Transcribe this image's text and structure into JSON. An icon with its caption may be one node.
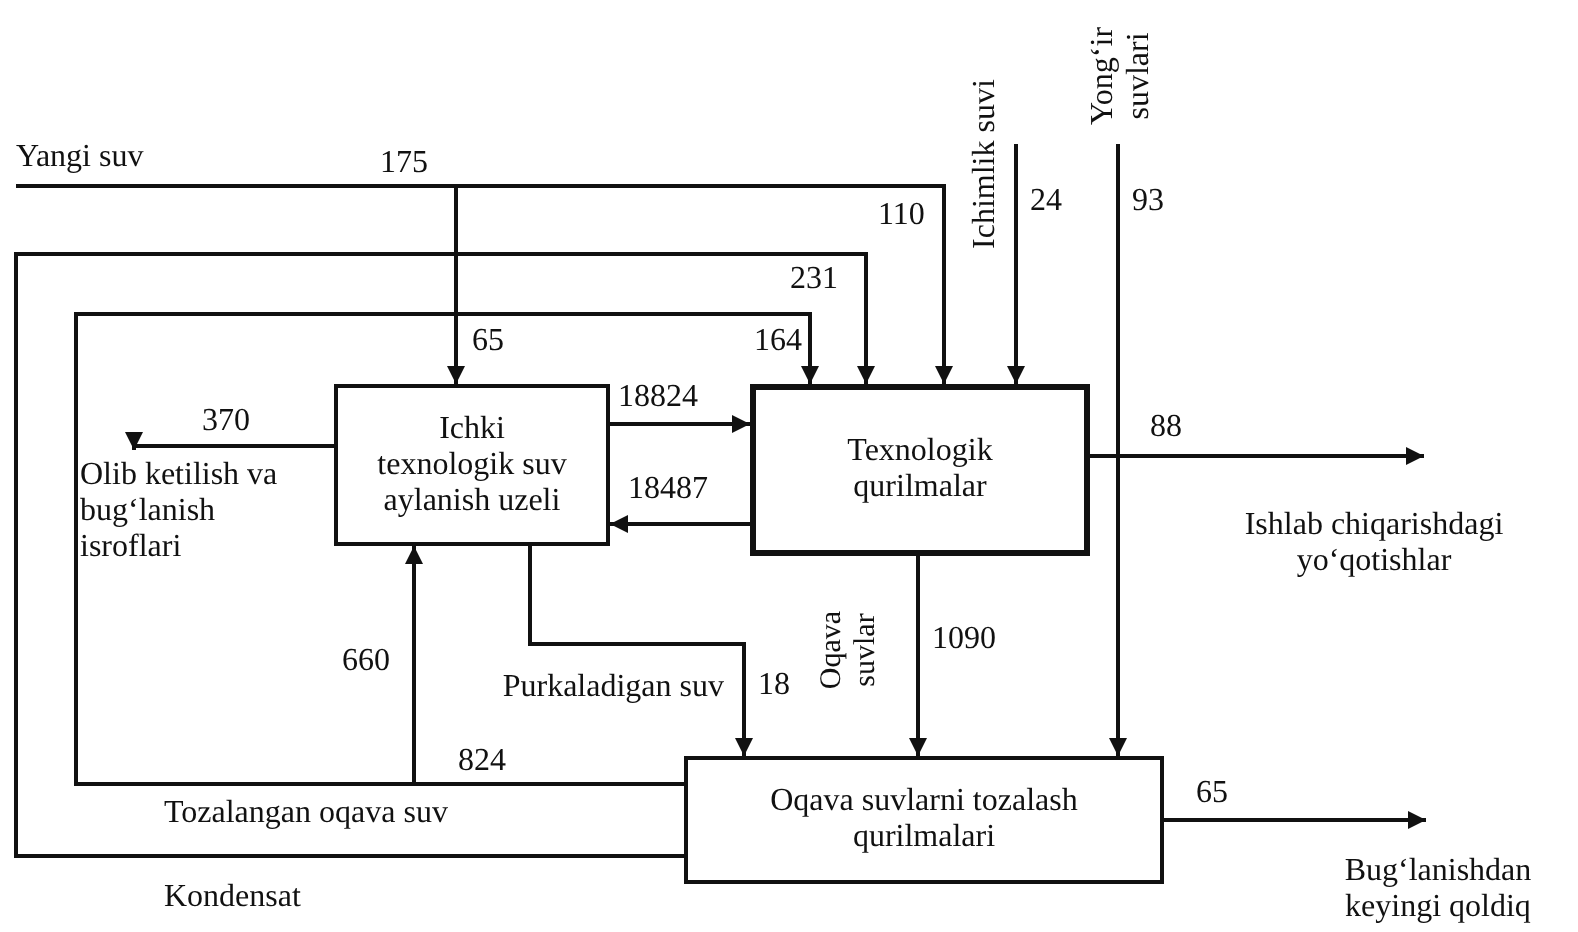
{
  "diagram": {
    "nodes": [
      {
        "text": [
          "Yangi suv"
        ]
      },
      {
        "text": [
          "Ichimlik suvi"
        ]
      },
      {
        "text": [
          "Yong‘ir suvlari"
        ]
      },
      {
        "text": [
          "Ichki texnologik suv aylanish uzeli"
        ]
      },
      {
        "text": [
          "Texnologik qurilmalar"
        ]
      },
      {
        "text": [
          "Olib ketilish va bug‘lanish isroflari"
        ]
      },
      {
        "text": [
          "Ishlab chiqarishdagi yo‘qotishlar"
        ]
      },
      {
        "text": [
          "Oqava suvlarni tozalash qurilmalari"
        ]
      },
      {
        "text": [
          "Bug‘lanishdan keyingi qoldiq"
        ]
      }
    ],
    "edges": [
      {
        "from": 0,
        "to": 3,
        "arrow": "to",
        "label": "65"
      },
      {
        "from": 0,
        "to": 4,
        "arrow": "to",
        "label": "110"
      },
      {
        "from": 7,
        "to": 4,
        "arrow": "to",
        "label": "231"
      },
      {
        "from": 7,
        "to": 4,
        "arrow": "to",
        "label": "164"
      },
      {
        "from": 7,
        "to": 3,
        "arrow": "to",
        "label": "660"
      },
      {
        "from": 3,
        "to": 4,
        "arrow": "to",
        "label": "18824"
      },
      {
        "from": 4,
        "to": 3,
        "arrow": "to",
        "label": "18487"
      },
      {
        "from": 3,
        "to": 5,
        "arrow": "to",
        "label": "370"
      },
      {
        "from": 3,
        "to": 7,
        "arrow": "to",
        "label": "18"
      },
      {
        "from": 4,
        "to": 7,
        "arrow": "to",
        "label": "1090"
      },
      {
        "from": 1,
        "to": 4,
        "arrow": "to",
        "label": "24"
      },
      {
        "from": 2,
        "to": 7,
        "arrow": "to",
        "label": "93"
      },
      {
        "from": 4,
        "to": 6,
        "arrow": "to",
        "label": "88"
      },
      {
        "from": 7,
        "to": 8,
        "arrow": "to",
        "label": "65"
      }
    ],
    "labels": [
      "175",
      "824",
      "Purkaladigan suv",
      "Oqava suvlar",
      "Tozalangan oqava suv",
      "Kondensat"
    ]
  }
}
